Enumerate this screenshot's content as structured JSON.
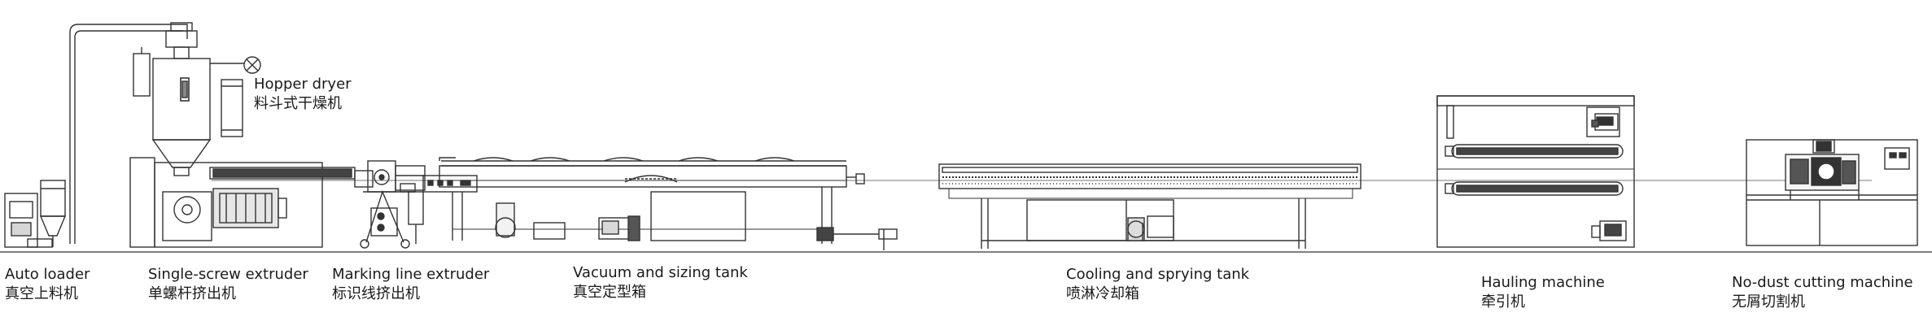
{
  "machines": [
    {
      "id": "auto-loader",
      "en": "Auto loader",
      "zh": "真空上料机"
    },
    {
      "id": "hopper-dryer",
      "en": "Hopper dryer",
      "zh": "料斗式干燥机"
    },
    {
      "id": "single-screw-extruder",
      "en": "Single-screw extruder",
      "zh": "单螺杆挤出机"
    },
    {
      "id": "marking-line-extruder",
      "en": "Marking line extruder",
      "zh": "标识线挤出机"
    },
    {
      "id": "vacuum-sizing-tank",
      "en": "Vacuum and sizing tank",
      "zh": "真空定型箱"
    },
    {
      "id": "cooling-spraying-tank",
      "en": "Cooling and sprying tank",
      "zh": "喷淋冷却箱"
    },
    {
      "id": "hauling-machine",
      "en": "Hauling machine",
      "zh": "牵引机"
    },
    {
      "id": "no-dust-cutting-machine",
      "en": "No-dust cutting machine",
      "zh": "无屑切割机"
    }
  ]
}
